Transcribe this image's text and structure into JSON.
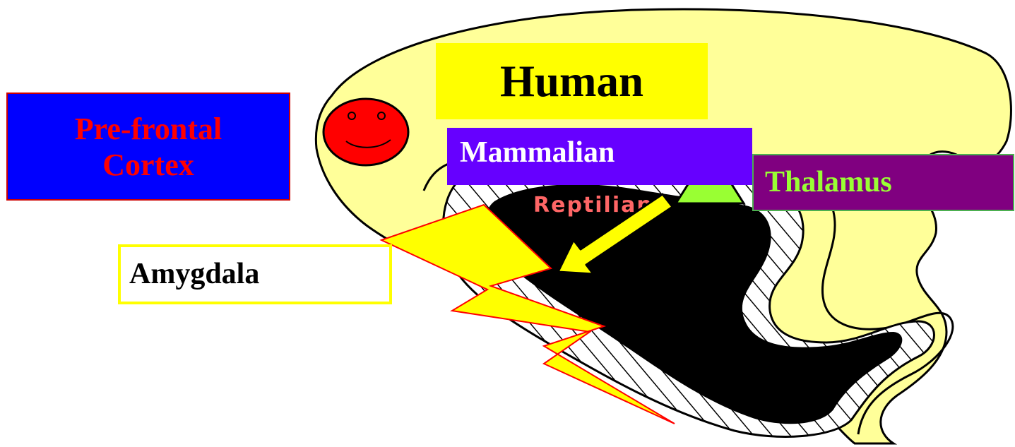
{
  "labels": {
    "prefrontal": "Pre-frontal Cortex",
    "human": "Human",
    "mammalian": "Mammalian",
    "thalamus": "Thalamus",
    "amygdala": "Amygdala",
    "reptilian": "Reptilian"
  },
  "colors": {
    "brain_fill": "#ffff99",
    "prefrontal_bg": "#0000ff",
    "prefrontal_text": "#ff0000",
    "human_bg": "#ffff00",
    "mammalian_bg": "#6600ff",
    "thalamus_bg": "#800080",
    "thalamus_text": "#99ff33",
    "smiley": "#ff0000",
    "triangle": "#99ff33",
    "lightning": "#ffff00",
    "arrow": "#ffff00"
  },
  "icons": [
    "smiley-face-icon",
    "triangle-icon",
    "lightning-bolt-icon",
    "arrow-icon"
  ]
}
